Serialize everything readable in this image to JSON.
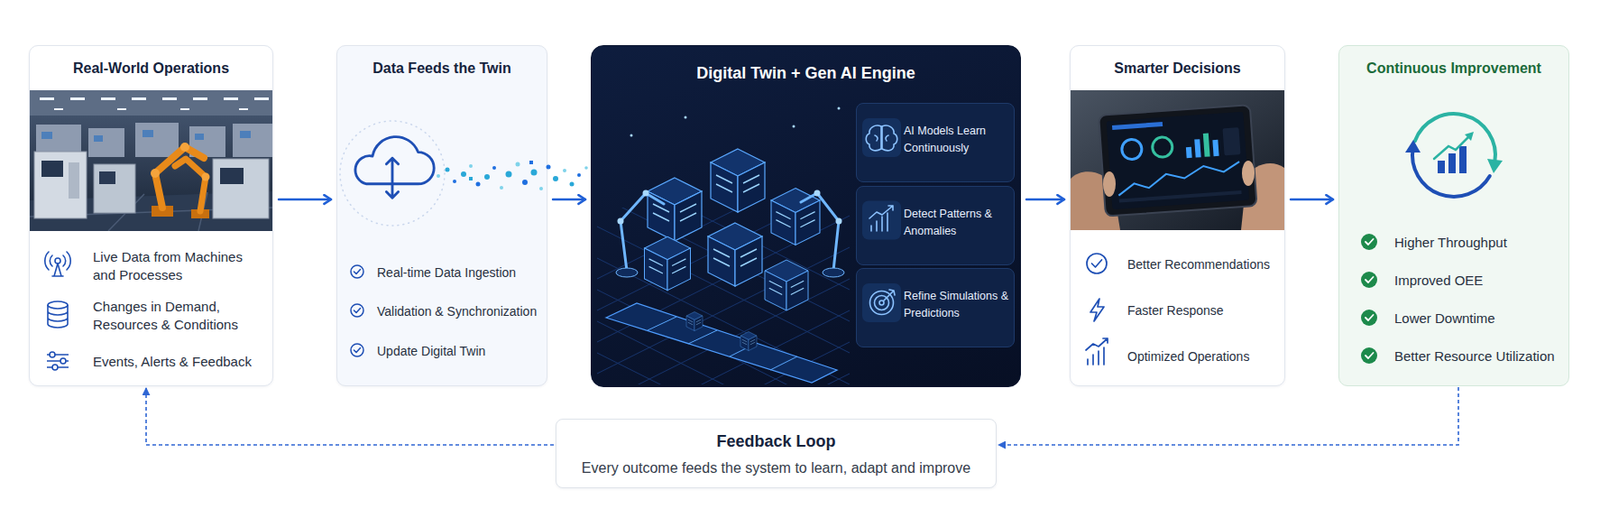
{
  "diagram": {
    "nodes": [
      {
        "text": [
          "Real-World Operations",
          "Live Data from Machines and Processes",
          "Changes in Demand, Resources & Conditions",
          "Events, Alerts & Feedback"
        ]
      },
      {
        "text": [
          "Data Feeds the Twin",
          "Real-time Data Ingestion",
          "Validation & Synchronization",
          "Update Digital Twin"
        ]
      },
      {
        "text": [
          "Digital Twin + Gen AI Engine"
        ]
      },
      {
        "text": [
          "AI Models Learn Continuously"
        ],
        "in": 2
      },
      {
        "text": [
          "Detect Patterns & Anomalies"
        ],
        "in": 2
      },
      {
        "text": [
          "Refine Simulations & Predictions"
        ],
        "in": 2
      },
      {
        "text": [
          "Smarter Decisions",
          "Better Recommendations",
          "Faster Response",
          "Optimized Operations"
        ]
      },
      {
        "text": [
          "Continuous Improvement",
          "Higher Throughput",
          "Improved OEE",
          "Lower Downtime",
          "Better Resource Utilization"
        ]
      },
      {
        "text": [
          "Feedback Loop",
          "Every outcome feeds the system to learn, adapt and improve"
        ]
      }
    ],
    "edges": [
      {
        "from": 0,
        "to": 1,
        "arrow": "to"
      },
      {
        "from": 1,
        "to": 2,
        "arrow": "to"
      },
      {
        "from": 2,
        "to": 6,
        "arrow": "to"
      },
      {
        "from": 6,
        "to": 7,
        "arrow": "to"
      },
      {
        "from": 7,
        "to": 8,
        "arrow": "to"
      },
      {
        "from": 8,
        "to": 0,
        "arrow": "to"
      }
    ]
  }
}
